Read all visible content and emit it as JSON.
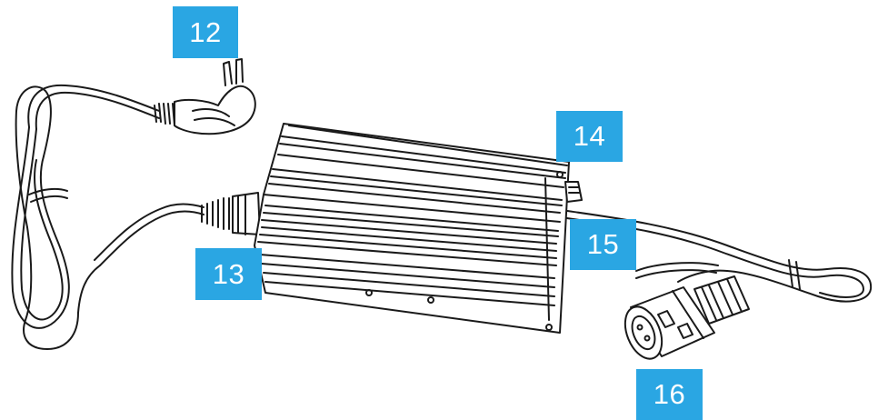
{
  "diagram": {
    "callouts": [
      {
        "id": "12",
        "label": "12"
      },
      {
        "id": "13",
        "label": "13"
      },
      {
        "id": "14",
        "label": "14"
      },
      {
        "id": "15",
        "label": "15"
      },
      {
        "id": "16",
        "label": "16"
      }
    ]
  },
  "colors": {
    "callout_bg": "#2aa6e3",
    "callout_text": "#ffffff",
    "line_art": "#1a1a1a",
    "background": "#ffffff"
  }
}
